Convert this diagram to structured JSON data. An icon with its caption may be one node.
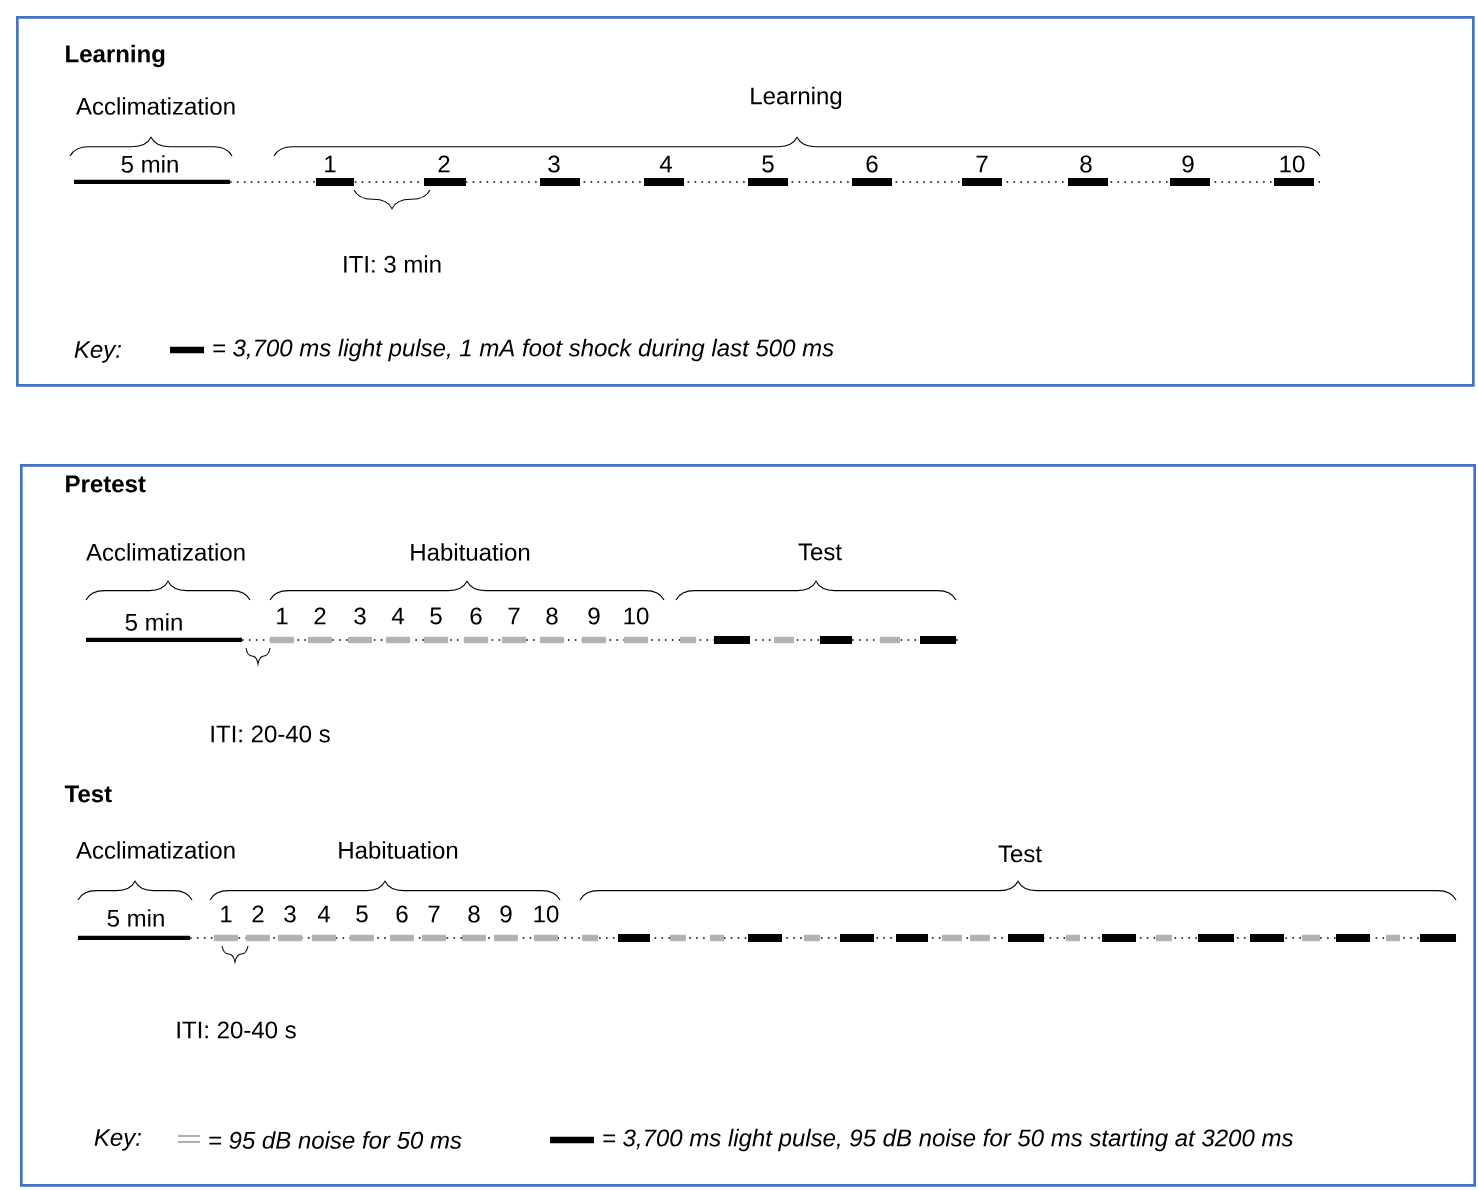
{
  "diagram": {
    "nodes": [
      {
        "text": [
          "Learning"
        ]
      },
      {
        "text": [
          "Pretest",
          "Test"
        ]
      }
    ],
    "labels": [
      "Acclimatization",
      "Learning",
      "5 min",
      "1",
      "2",
      "3",
      "4",
      "5",
      "6",
      "7",
      "8",
      "9",
      "10",
      "ITI: 3 min",
      "Key:",
      "Acclimatization",
      "Habituation",
      "Test",
      "5 min",
      "1",
      "2",
      "3",
      "4",
      "5",
      "6",
      "7",
      "8",
      "9",
      "10",
      "ITI: 20-40 s",
      "Acclimatization",
      "Habituation",
      "Test",
      "5 min",
      "1",
      "2",
      "3",
      "4",
      "5",
      "6",
      "7",
      "8",
      "9",
      "10",
      "ITI: 20-40 s",
      "Key:"
    ],
    "legend": [
      {
        "text": "= 3,700 ms light pulse, 1 mA foot shock during last 500 ms"
      },
      {
        "text": "= 95 dB noise for 50 ms"
      },
      {
        "text": "= 3,700 ms light pulse, 95 dB noise for 50 ms starting at 3200 ms"
      }
    ]
  }
}
